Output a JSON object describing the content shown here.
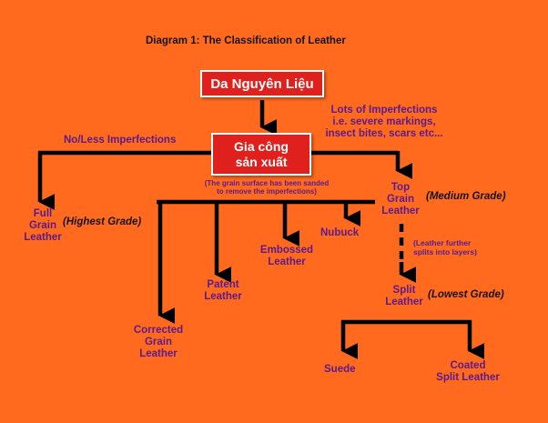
{
  "title": "Diagram 1: The Classification of Leather",
  "root": "Da Nguyên Liệu",
  "process": {
    "line1": "Gia công",
    "line2": "sản xuất"
  },
  "left_branch_label": "No/Less Imperfections",
  "right_branch_label": {
    "line1": "Lots of Imperfections",
    "line2": "i.e. severe markings,",
    "line3": "insect bites, scars etc..."
  },
  "sanded_note": {
    "line1": "(The grain surface has been sanded",
    "line2": "to remove the imperfections)"
  },
  "full_grain": {
    "line1": "Full",
    "line2": "Grain",
    "line3": "Leather",
    "grade": "(Highest Grade)"
  },
  "top_grain": {
    "line1": "Top",
    "line2": "Grain",
    "line3": "Leather",
    "grade": "(Medium Grade)"
  },
  "nubuck": "Nubuck",
  "embossed": {
    "line1": "Embossed",
    "line2": "Leather"
  },
  "patent": {
    "line1": "Patent",
    "line2": "Leather"
  },
  "corrected": {
    "line1": "Corrected",
    "line2": "Grain",
    "line3": "Leather"
  },
  "split_note": {
    "line1": "(Leather further",
    "line2": "splits into layers)"
  },
  "split": {
    "line1": "Split",
    "line2": "Leather",
    "grade": "(Lowest Grade)"
  },
  "suede": "Suede",
  "coated": {
    "line1": "Coated",
    "line2": "Split Leather"
  },
  "colors": {
    "background": "#ff6a1f",
    "box": "#e0201c",
    "line": "#000000",
    "purple_text": "#5b1a8c"
  }
}
